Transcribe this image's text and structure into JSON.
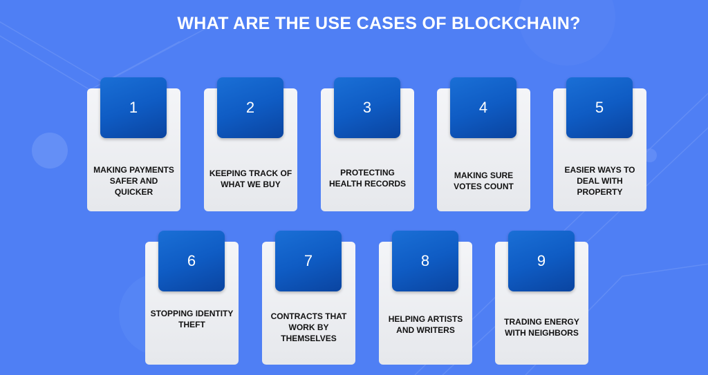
{
  "title": "WHAT ARE THE USE CASES OF BLOCKCHAIN?",
  "colors": {
    "background": "#4f7ff4",
    "number_box": "#0f5cc4",
    "card": "#f0f1f4",
    "label": "#111111"
  },
  "cards": [
    {
      "number": "1",
      "label": "MAKING PAYMENTS SAFER AND QUICKER"
    },
    {
      "number": "2",
      "label": "KEEPING TRACK OF WHAT WE BUY"
    },
    {
      "number": "3",
      "label": "PROTECTING HEALTH RECORDS"
    },
    {
      "number": "4",
      "label": "MAKING SURE VOTES COUNT"
    },
    {
      "number": "5",
      "label": "EASIER WAYS TO DEAL WITH PROPERTY"
    },
    {
      "number": "6",
      "label": "STOPPING IDENTITY THEFT"
    },
    {
      "number": "7",
      "label": "CONTRACTS THAT WORK BY THEMSELVES"
    },
    {
      "number": "8",
      "label": "HELPING ARTISTS AND WRITERS"
    },
    {
      "number": "9",
      "label": "TRADING ENERGY WITH NEIGHBORS"
    }
  ]
}
